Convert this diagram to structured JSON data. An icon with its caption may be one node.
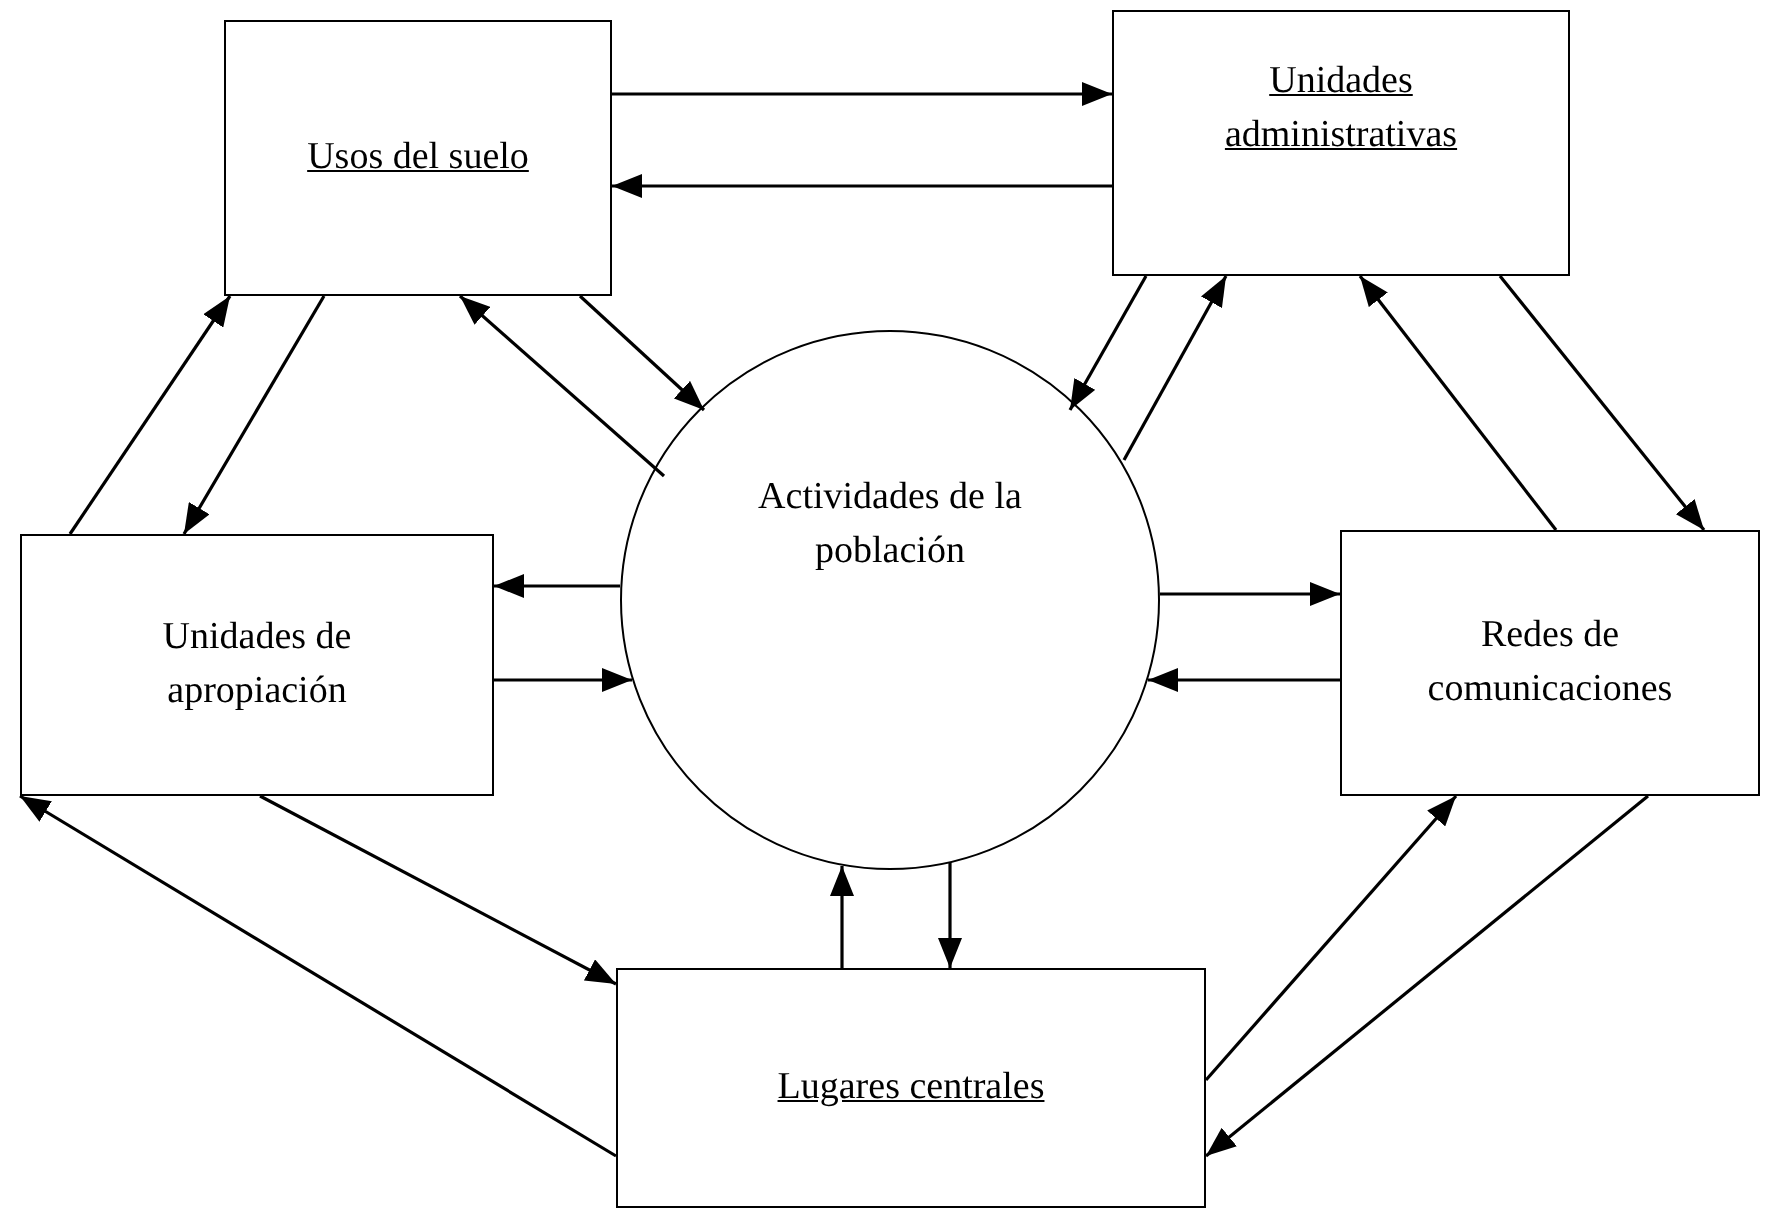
{
  "diagram": {
    "nodes": [
      {
        "text": [
          "Usos del suelo"
        ]
      },
      {
        "text": [
          "Unidades administrativas"
        ]
      },
      {
        "text": [
          "Unidades de apropiación"
        ]
      },
      {
        "text": [
          "Actividades de la población"
        ]
      },
      {
        "text": [
          "Redes de comunicaciones"
        ]
      },
      {
        "text": [
          "Lugares centrales"
        ]
      }
    ],
    "edges": [
      {
        "from": 0,
        "to": 1,
        "arrow": "to"
      },
      {
        "from": 1,
        "to": 0,
        "arrow": "to"
      },
      {
        "from": 2,
        "to": 0,
        "arrow": "to"
      },
      {
        "from": 0,
        "to": 2,
        "arrow": "to"
      },
      {
        "from": 3,
        "to": 0,
        "arrow": "to"
      },
      {
        "from": 0,
        "to": 3,
        "arrow": "to"
      },
      {
        "from": 1,
        "to": 3,
        "arrow": "to"
      },
      {
        "from": 3,
        "to": 1,
        "arrow": "to"
      },
      {
        "from": 4,
        "to": 1,
        "arrow": "to"
      },
      {
        "from": 1,
        "to": 4,
        "arrow": "to"
      },
      {
        "from": 3,
        "to": 2,
        "arrow": "to"
      },
      {
        "from": 2,
        "to": 3,
        "arrow": "to"
      },
      {
        "from": 3,
        "to": 4,
        "arrow": "to"
      },
      {
        "from": 4,
        "to": 3,
        "arrow": "to"
      },
      {
        "from": 5,
        "to": 3,
        "arrow": "to"
      },
      {
        "from": 3,
        "to": 5,
        "arrow": "to"
      },
      {
        "from": 2,
        "to": 5,
        "arrow": "to"
      },
      {
        "from": 5,
        "to": 2,
        "arrow": "to"
      },
      {
        "from": 5,
        "to": 4,
        "arrow": "to"
      },
      {
        "from": 4,
        "to": 5,
        "arrow": "to"
      }
    ]
  }
}
